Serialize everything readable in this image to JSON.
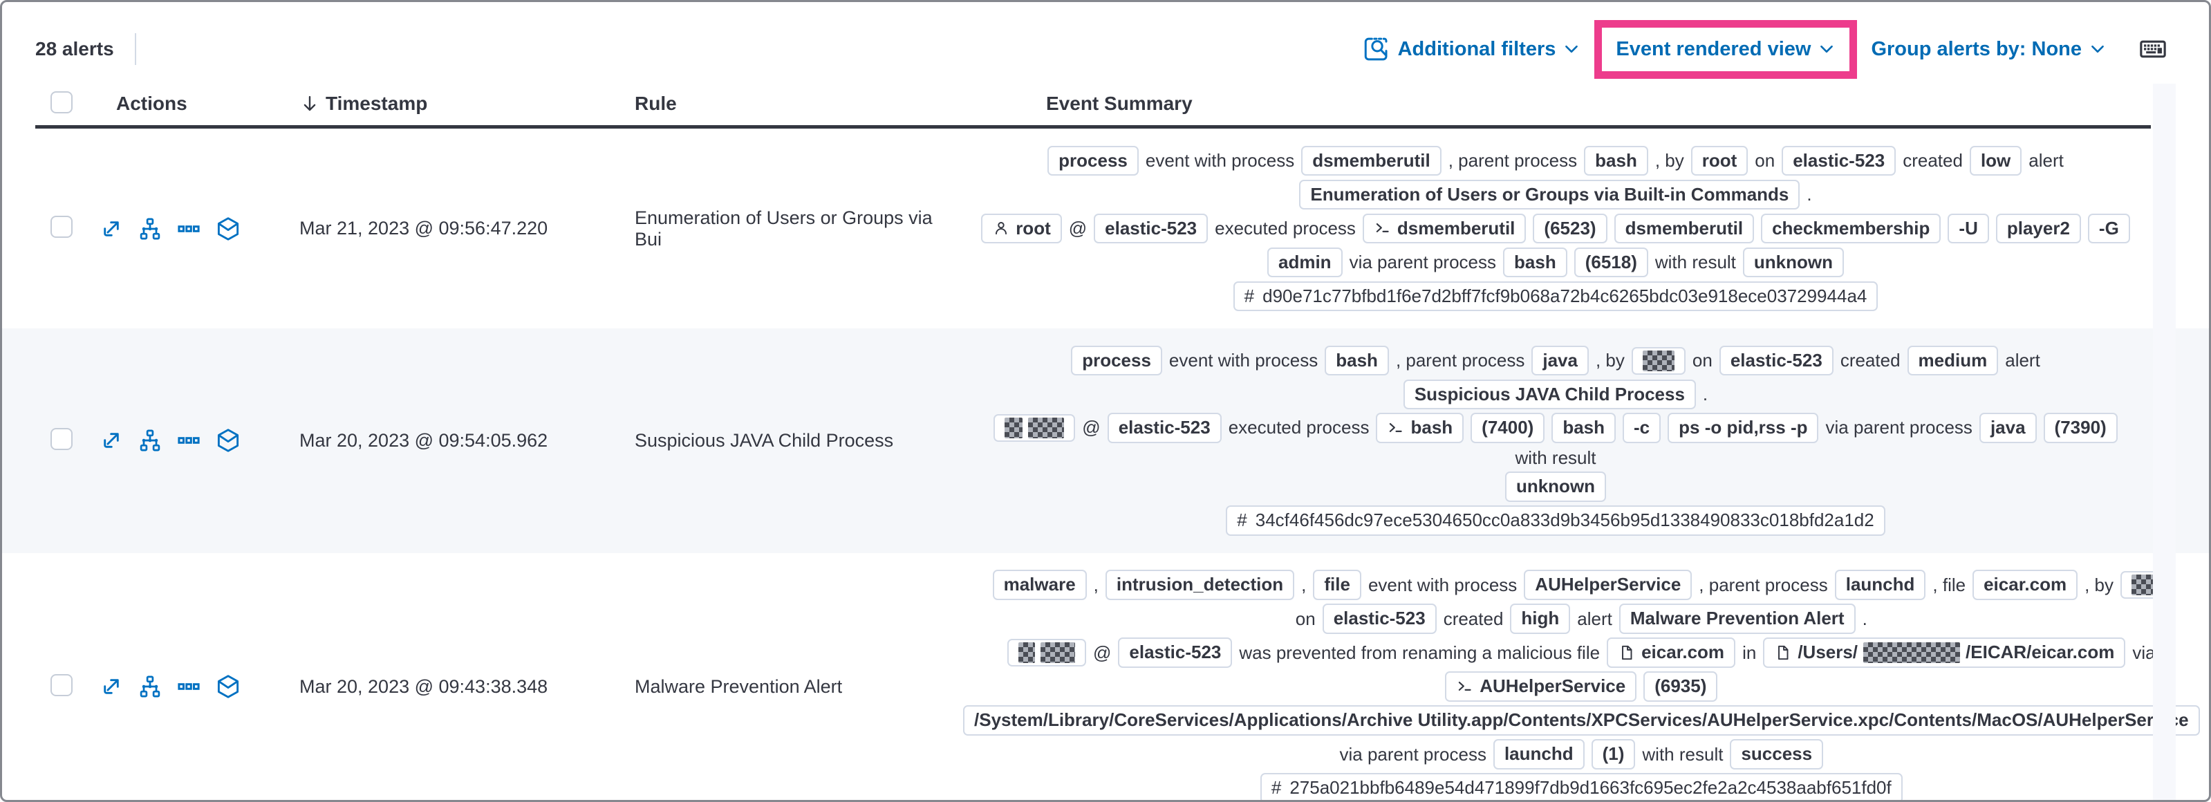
{
  "colors": {
    "link": "#006bb4",
    "highlight": "#ed3c8c",
    "text": "#343741",
    "badge-border": "#d3dae6",
    "stripe": "#f5f7fa",
    "icon-blue": "#0071c2"
  },
  "toolbar": {
    "alerts_count": "28 alerts",
    "additional_filters": "Additional filters",
    "view_selector": "Event rendered view",
    "group_by": "Group alerts by: None"
  },
  "table": {
    "headers": {
      "actions": "Actions",
      "timestamp": "Timestamp",
      "rule": "Rule",
      "summary": "Event Summary"
    },
    "rows": [
      {
        "timestamp": "Mar 21, 2023 @ 09:56:47.220",
        "rule": "Enumeration of Users or Groups via Bui",
        "summary_lines": [
          [
            {
              "badge": {
                "parts": [
                  {
                    "text": "process"
                  }
                ]
              }
            },
            {
              "text": "event with process"
            },
            {
              "badge": {
                "parts": [
                  {
                    "text": "dsmemberutil"
                  }
                ]
              }
            },
            {
              "text": ", parent process"
            },
            {
              "badge": {
                "parts": [
                  {
                    "text": "bash"
                  }
                ]
              }
            },
            {
              "text": ", by"
            },
            {
              "badge": {
                "parts": [
                  {
                    "text": "root"
                  }
                ]
              }
            },
            {
              "text": "on"
            },
            {
              "badge": {
                "parts": [
                  {
                    "text": "elastic-523"
                  }
                ]
              }
            },
            {
              "text": "created"
            },
            {
              "badge": {
                "parts": [
                  {
                    "text": "low"
                  }
                ]
              }
            },
            {
              "text": "alert"
            }
          ],
          [
            {
              "badge": {
                "parts": [
                  {
                    "text": "Enumeration of Users or Groups via Built-in Commands"
                  }
                ]
              }
            },
            {
              "text": "."
            }
          ],
          [
            {
              "badge": {
                "icon": "user",
                "parts": [
                  {
                    "text": "root"
                  }
                ]
              }
            },
            {
              "text": "@"
            },
            {
              "badge": {
                "parts": [
                  {
                    "text": "elastic-523"
                  }
                ]
              }
            },
            {
              "text": "executed process"
            },
            {
              "badge": {
                "icon": "terminal",
                "parts": [
                  {
                    "text": "dsmemberutil"
                  }
                ]
              }
            },
            {
              "badge": {
                "parts": [
                  {
                    "text": "(6523)"
                  }
                ]
              }
            },
            {
              "badge": {
                "parts": [
                  {
                    "text": "dsmemberutil"
                  }
                ]
              }
            },
            {
              "badge": {
                "parts": [
                  {
                    "text": "checkmembership"
                  }
                ]
              }
            },
            {
              "badge": {
                "parts": [
                  {
                    "text": "-U"
                  }
                ]
              }
            },
            {
              "badge": {
                "parts": [
                  {
                    "text": "player2"
                  }
                ]
              }
            },
            {
              "badge": {
                "parts": [
                  {
                    "text": "-G"
                  }
                ]
              }
            }
          ],
          [
            {
              "badge": {
                "parts": [
                  {
                    "text": "admin"
                  }
                ]
              }
            },
            {
              "text": "via parent process"
            },
            {
              "badge": {
                "parts": [
                  {
                    "text": "bash"
                  }
                ]
              }
            },
            {
              "badge": {
                "parts": [
                  {
                    "text": "(6518)"
                  }
                ]
              }
            },
            {
              "text": "with result"
            },
            {
              "badge": {
                "parts": [
                  {
                    "text": "unknown"
                  }
                ]
              }
            }
          ],
          [
            {
              "badge": {
                "icon": "hash",
                "parts": [
                  {
                    "text": "d90e71c77bfbd1f6e7d2bff7fcf9b068a72b4c6265bdc03e918ece03729944a4"
                  }
                ],
                "hash": true
              }
            }
          ]
        ]
      },
      {
        "timestamp": "Mar 20, 2023 @ 09:54:05.962",
        "rule": "Suspicious JAVA Child Process",
        "summary_lines": [
          [
            {
              "badge": {
                "parts": [
                  {
                    "text": "process"
                  }
                ]
              }
            },
            {
              "text": "event with process"
            },
            {
              "badge": {
                "parts": [
                  {
                    "text": "bash"
                  }
                ]
              }
            },
            {
              "text": ", parent process"
            },
            {
              "badge": {
                "parts": [
                  {
                    "text": "java"
                  }
                ]
              }
            },
            {
              "text": ", by"
            },
            {
              "badge": {
                "parts": [
                  {
                    "redact": 46
                  }
                ]
              }
            },
            {
              "text": "on"
            },
            {
              "badge": {
                "parts": [
                  {
                    "text": "elastic-523"
                  }
                ]
              }
            },
            {
              "text": "created"
            },
            {
              "badge": {
                "parts": [
                  {
                    "text": "medium"
                  }
                ]
              }
            },
            {
              "text": "alert"
            }
          ],
          [
            {
              "badge": {
                "parts": [
                  {
                    "text": "Suspicious JAVA Child Process"
                  }
                ]
              }
            },
            {
              "text": "."
            }
          ],
          [
            {
              "badge": {
                "parts": [
                  {
                    "redact": 26
                  },
                  {
                    "redact": 52
                  }
                ]
              }
            },
            {
              "text": "@"
            },
            {
              "badge": {
                "parts": [
                  {
                    "text": "elastic-523"
                  }
                ]
              }
            },
            {
              "text": "executed process"
            },
            {
              "badge": {
                "icon": "terminal",
                "parts": [
                  {
                    "text": "bash"
                  }
                ]
              }
            },
            {
              "badge": {
                "parts": [
                  {
                    "text": "(7400)"
                  }
                ]
              }
            },
            {
              "badge": {
                "parts": [
                  {
                    "text": "bash"
                  }
                ]
              }
            },
            {
              "badge": {
                "parts": [
                  {
                    "text": "-c"
                  }
                ]
              }
            },
            {
              "badge": {
                "parts": [
                  {
                    "text": "ps -o pid,rss -p"
                  }
                ]
              }
            },
            {
              "text": "via parent process"
            },
            {
              "badge": {
                "parts": [
                  {
                    "text": "java"
                  }
                ]
              }
            },
            {
              "badge": {
                "parts": [
                  {
                    "text": "(7390)"
                  }
                ]
              }
            },
            {
              "text": "with result"
            }
          ],
          [
            {
              "badge": {
                "parts": [
                  {
                    "text": "unknown"
                  }
                ]
              }
            }
          ],
          [
            {
              "badge": {
                "icon": "hash",
                "parts": [
                  {
                    "text": "34cf46f456dc97ece5304650cc0a833d9b3456b95d1338490833c018bfd2a1d2"
                  }
                ],
                "hash": true
              }
            }
          ]
        ]
      },
      {
        "timestamp": "Mar 20, 2023 @ 09:43:38.348",
        "rule": "Malware Prevention Alert",
        "summary_lines": [
          [
            {
              "badge": {
                "parts": [
                  {
                    "text": "malware"
                  }
                ]
              }
            },
            {
              "text": ","
            },
            {
              "badge": {
                "parts": [
                  {
                    "text": "intrusion_detection"
                  }
                ]
              }
            },
            {
              "text": ","
            },
            {
              "badge": {
                "parts": [
                  {
                    "text": "file"
                  }
                ]
              }
            },
            {
              "text": "event with process"
            },
            {
              "badge": {
                "parts": [
                  {
                    "text": "AUHelperService"
                  }
                ]
              }
            },
            {
              "text": ", parent process"
            },
            {
              "badge": {
                "parts": [
                  {
                    "text": "launchd"
                  }
                ]
              }
            },
            {
              "text": ", file"
            },
            {
              "badge": {
                "parts": [
                  {
                    "text": "eicar.com"
                  }
                ]
              }
            },
            {
              "text": ", by"
            },
            {
              "badge": {
                "parts": [
                  {
                    "redact": 40
                  }
                ]
              }
            }
          ],
          [
            {
              "text": "on"
            },
            {
              "badge": {
                "parts": [
                  {
                    "text": "elastic-523"
                  }
                ]
              }
            },
            {
              "text": "created"
            },
            {
              "badge": {
                "parts": [
                  {
                    "text": "high"
                  }
                ]
              }
            },
            {
              "text": "alert"
            },
            {
              "badge": {
                "parts": [
                  {
                    "text": "Malware Prevention Alert"
                  }
                ]
              }
            },
            {
              "text": "."
            }
          ],
          [
            {
              "badge": {
                "parts": [
                  {
                    "redact": 24
                  },
                  {
                    "redact": 50
                  }
                ]
              }
            },
            {
              "text": "@"
            },
            {
              "badge": {
                "parts": [
                  {
                    "text": "elastic-523"
                  }
                ]
              }
            },
            {
              "text": "was prevented from renaming a malicious file"
            },
            {
              "badge": {
                "icon": "file",
                "parts": [
                  {
                    "text": "eicar.com"
                  }
                ]
              }
            },
            {
              "text": "in"
            },
            {
              "badge": {
                "icon": "file",
                "parts": [
                  {
                    "text": "/Users/"
                  },
                  {
                    "redact": 140
                  },
                  {
                    "text": "/EICAR/eicar.com"
                  }
                ]
              }
            },
            {
              "text": "via"
            }
          ],
          [
            {
              "badge": {
                "icon": "terminal",
                "parts": [
                  {
                    "text": "AUHelperService"
                  }
                ]
              }
            },
            {
              "badge": {
                "parts": [
                  {
                    "text": "(6935)"
                  }
                ]
              }
            }
          ],
          [
            {
              "badge": {
                "parts": [
                  {
                    "text": "/System/Library/CoreServices/Applications/Archive Utility.app/Contents/XPCServices/AUHelperService.xpc/Contents/MacOS/AUHelperService"
                  }
                ]
              }
            }
          ],
          [
            {
              "text": "via parent process"
            },
            {
              "badge": {
                "parts": [
                  {
                    "text": "launchd"
                  }
                ]
              }
            },
            {
              "badge": {
                "parts": [
                  {
                    "text": "(1)"
                  }
                ]
              }
            },
            {
              "text": "with result"
            },
            {
              "badge": {
                "parts": [
                  {
                    "text": "success"
                  }
                ]
              }
            }
          ],
          [
            {
              "badge": {
                "icon": "hash",
                "parts": [
                  {
                    "text": "275a021bbfb6489e54d471899f7db9d1663fc695ec2fe2a2c4538aabf651fd0f"
                  }
                ],
                "hash": true
              }
            }
          ]
        ]
      }
    ]
  }
}
